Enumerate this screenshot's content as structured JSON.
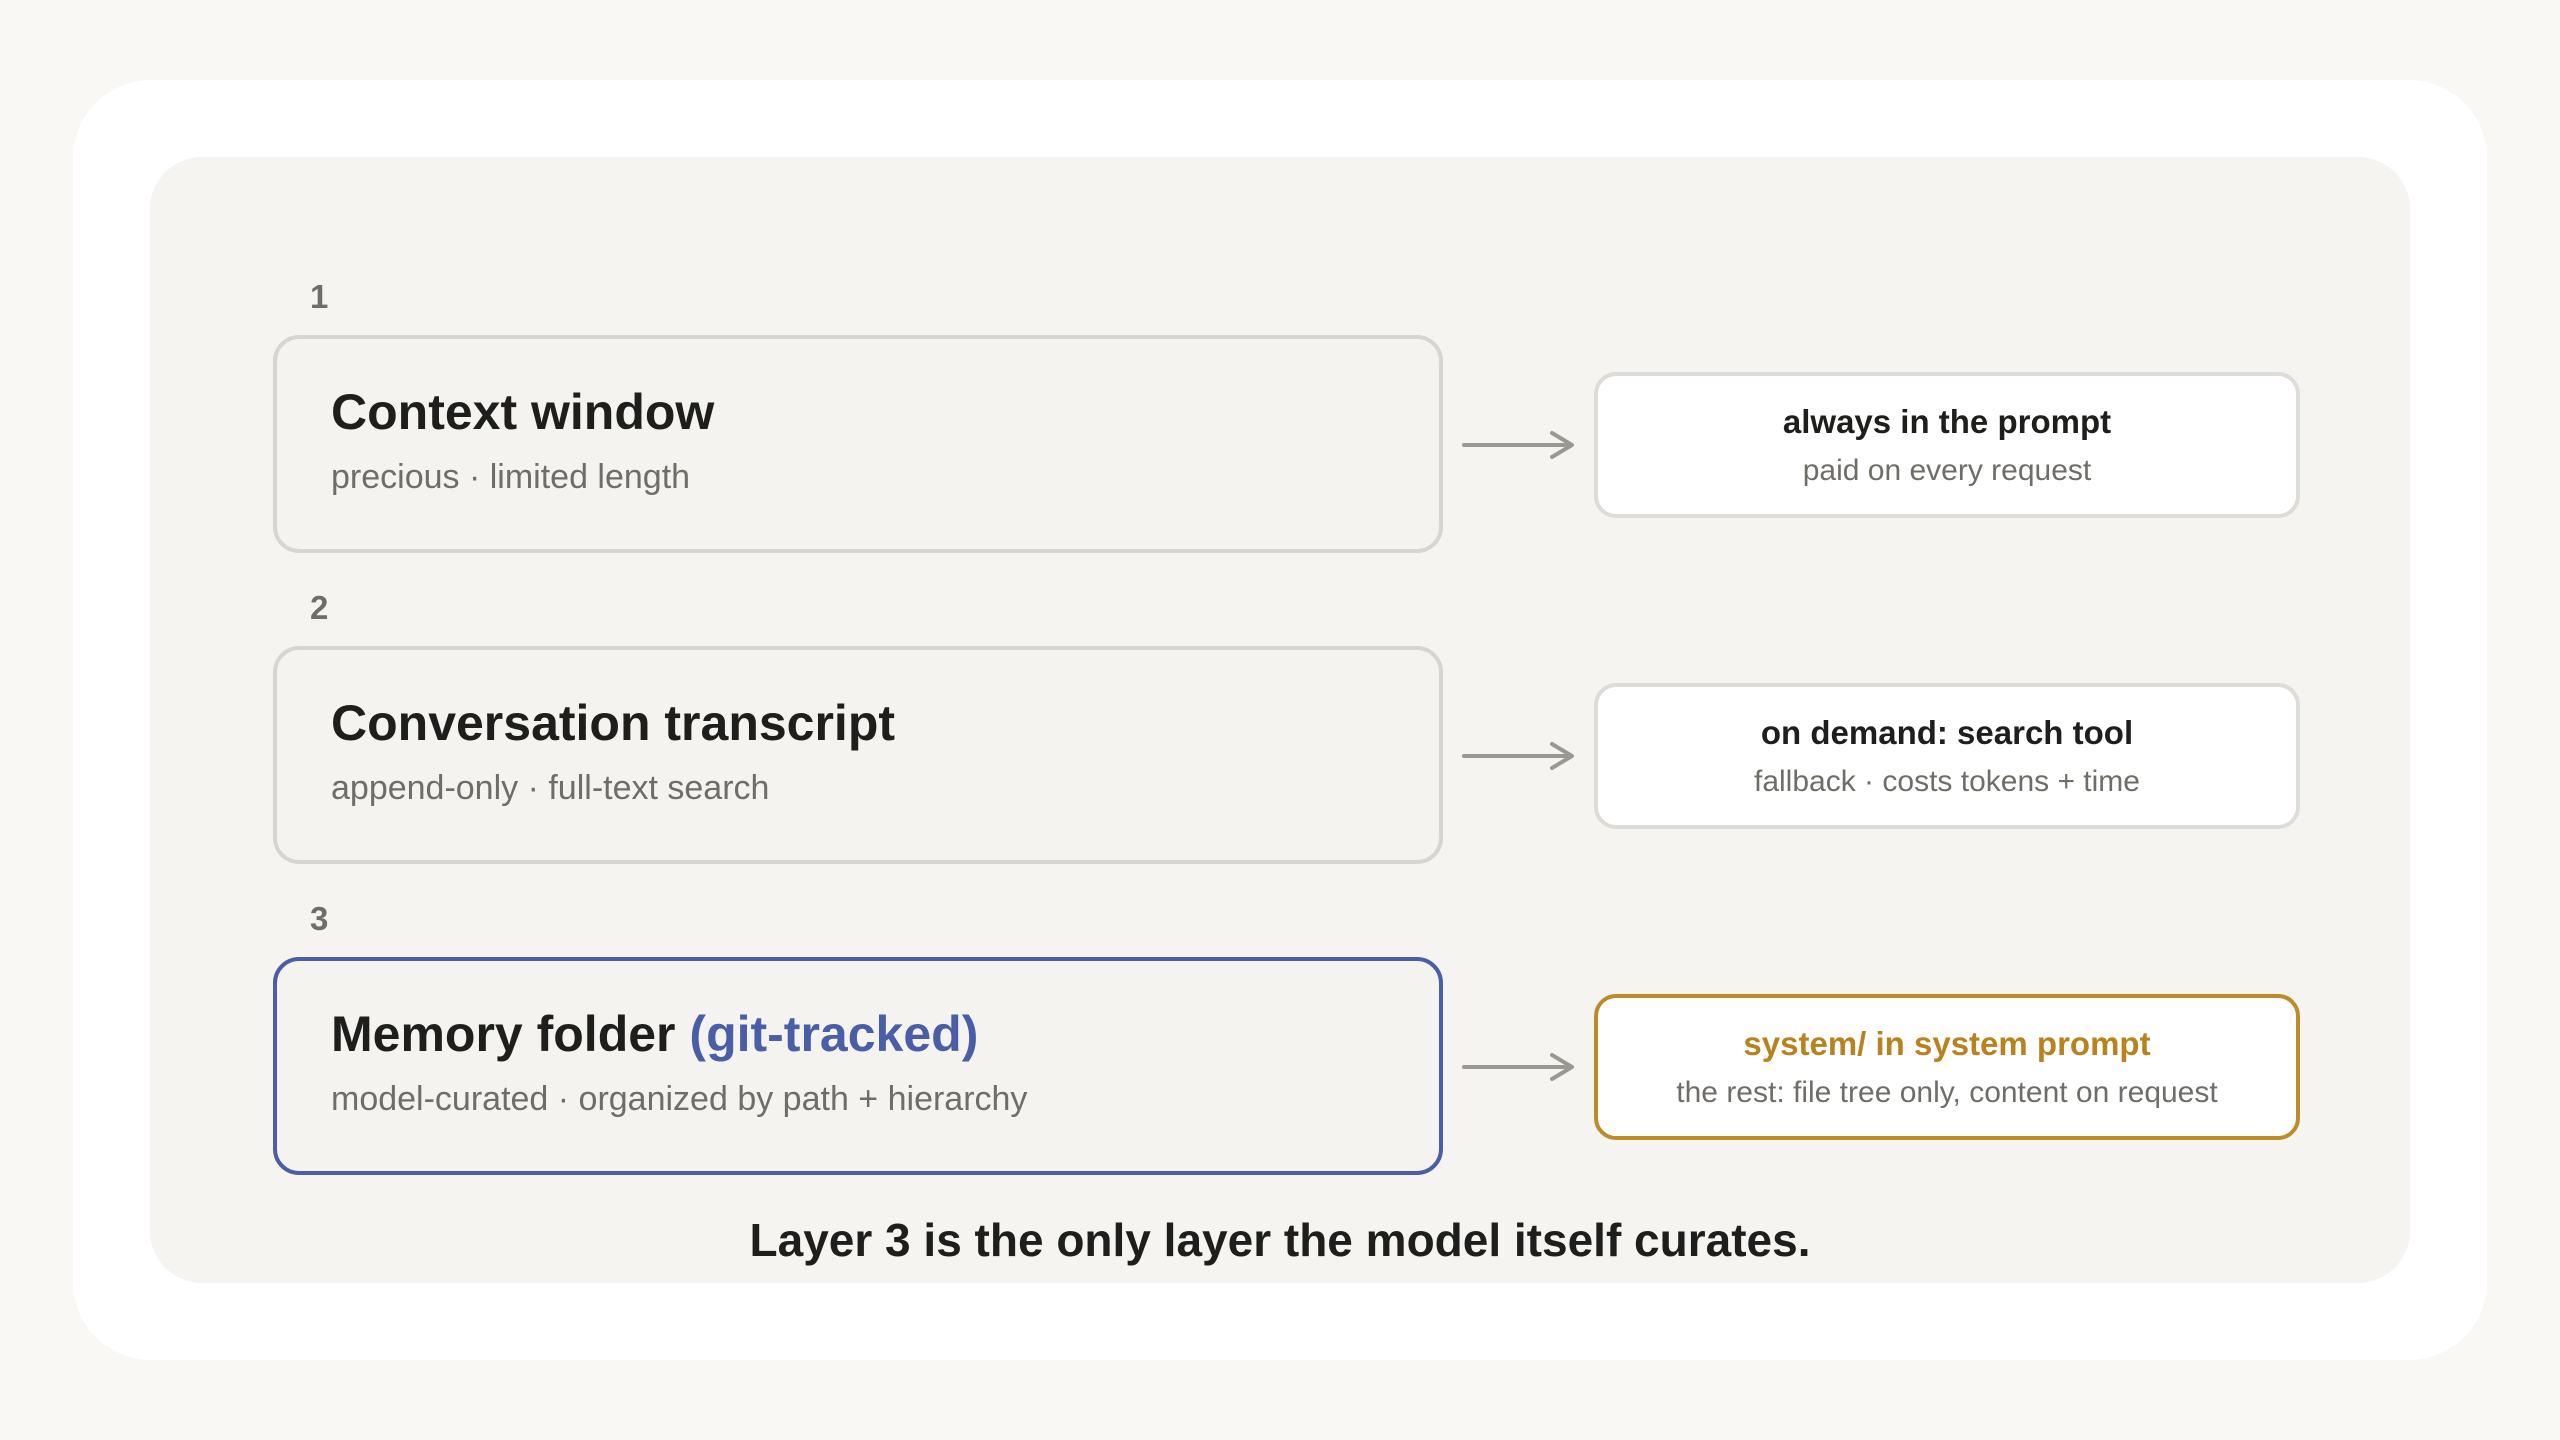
{
  "layers": [
    {
      "number": "1",
      "title": "Context window",
      "title_accent": "",
      "subtitle": "precious · limited length",
      "info_title": "always in the prompt",
      "info_sub": "paid on every request"
    },
    {
      "number": "2",
      "title": "Conversation transcript",
      "title_accent": "",
      "subtitle": "append-only · full-text search",
      "info_title": "on demand: search tool",
      "info_sub": "fallback · costs tokens + time"
    },
    {
      "number": "3",
      "title": "Memory folder",
      "title_accent": "(git-tracked)",
      "subtitle": "model-curated · organized by path + hierarchy",
      "info_title": "system/ in system prompt",
      "info_sub": "the rest: file tree only, content on request"
    }
  ],
  "caption": "Layer 3 is the only layer the model itself curates.",
  "colors": {
    "accent_blue": "#4a5ea8",
    "accent_gold": "#b8821f",
    "border_gray": "#d7d5cf",
    "arrow_gray": "#9a9892"
  }
}
